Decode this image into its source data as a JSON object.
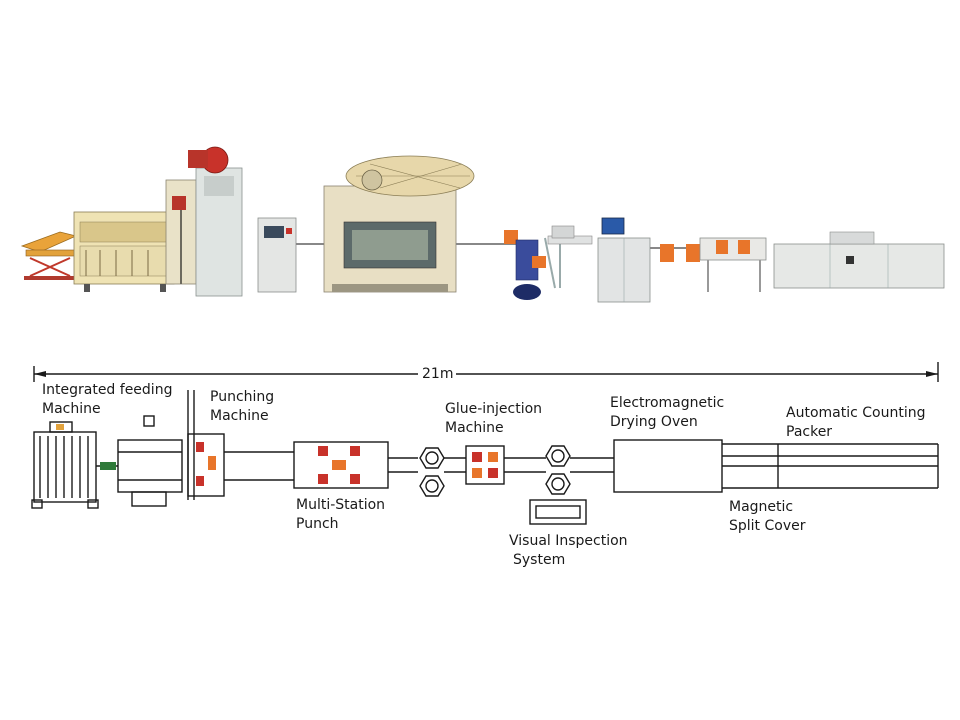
{
  "dimension": {
    "length_label": "21m"
  },
  "stations": [
    {
      "id": "feeding",
      "line1": "Integrated feeding",
      "line2": "Machine"
    },
    {
      "id": "punching",
      "line1": "Punching",
      "line2": "Machine"
    },
    {
      "id": "multi_station",
      "line1": "Multi-Station",
      "line2": "Punch"
    },
    {
      "id": "glue",
      "line1": "Glue-injection",
      "line2": "Machine"
    },
    {
      "id": "visual",
      "line1": "Visual Inspection",
      "line2": "System"
    },
    {
      "id": "drying",
      "line1": "Electromagnetic",
      "line2": "Drying Oven"
    },
    {
      "id": "magnetic",
      "line1": "Magnetic",
      "line2": "Split Cover"
    },
    {
      "id": "packer",
      "line1": "Automatic Counting",
      "line2": "Packer"
    }
  ],
  "colors": {
    "machine_cream": "#e6dfc6",
    "machine_grey": "#d9dcdc",
    "accent_orange": "#e8752a",
    "accent_red": "#c8322a",
    "line_black": "#1a1a1a"
  }
}
